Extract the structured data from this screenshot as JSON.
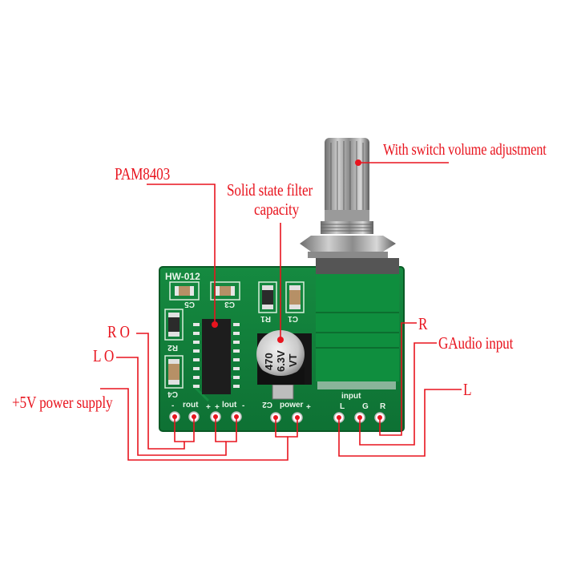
{
  "board": {
    "model": "HW-012",
    "chip_marking": "",
    "silkscreen": {
      "c5": "C5",
      "c3": "C3",
      "r1": "R1",
      "c1": "C1",
      "r2": "R2",
      "c4": "C4",
      "c2": "C2",
      "rout": "rout",
      "lout": "lout",
      "power": "power",
      "input": "input",
      "input_l": "L",
      "input_g": "G",
      "input_r": "R",
      "minus": "-",
      "plus": "+"
    },
    "capacitor": {
      "line1": "470",
      "line2": "6.3V",
      "line3": "VT"
    },
    "colors": {
      "pcb": "#11803a",
      "pcb_dark": "#0a5a26",
      "annotation": "#e8141e"
    }
  },
  "annotations": {
    "volume": "With switch volume adjustment",
    "chip": "PAM8403",
    "filter_line1": "Solid state filter",
    "filter_line2": "capacity",
    "right_out": "R O",
    "left_out": "L O",
    "power": "+5V power supply",
    "input_r": "R",
    "input_g": "GAudio input",
    "input_l": "L"
  }
}
